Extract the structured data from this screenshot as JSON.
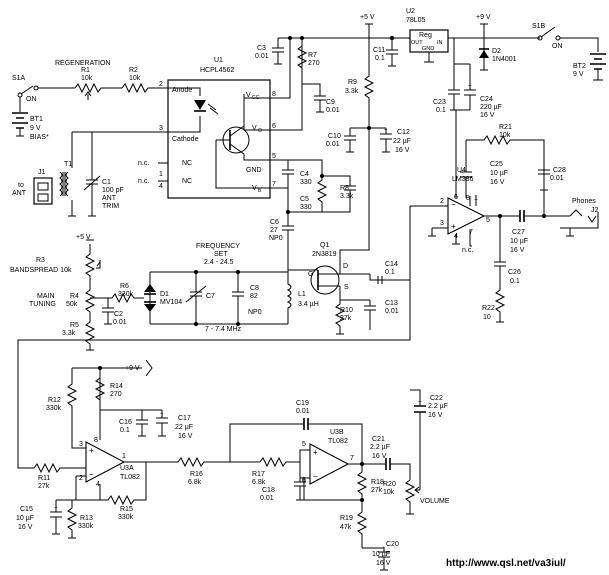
{
  "supply": {
    "plus5_top": "+5 V",
    "plus9_top": "+9 V",
    "plus5_left": "+5 V",
    "plus9_mid": "+9 V"
  },
  "switches": {
    "s1a": {
      "ref": "S1A",
      "state": "ON"
    },
    "s1b": {
      "ref": "S1B",
      "state": "ON"
    }
  },
  "batteries": {
    "bt1": {
      "ref": "BT1",
      "value": "9 V",
      "note": "BIAS*"
    },
    "bt2": {
      "ref": "BT2",
      "value": "9 V"
    }
  },
  "regeneration": "REGENERATION",
  "u1": {
    "ref": "U1",
    "part": "HCPL4562",
    "anode": "Anode",
    "cathode": "Cathode",
    "nc1": "NC",
    "nc2": "NC",
    "vcc": "V",
    "vcc_sub": "CC",
    "vo": "V",
    "vo_sub": "O",
    "gnd": "GND",
    "vb": "V",
    "vb_sub": "B",
    "pins": [
      "2",
      "3",
      "5",
      "8",
      "6",
      "4",
      "1",
      "7"
    ]
  },
  "u2": {
    "ref": "U2",
    "part": "78L05",
    "reg": "Reg",
    "out": "OUT",
    "in": "IN",
    "gnd": "GND"
  },
  "u4": {
    "ref": "U4",
    "part": "LM386",
    "pins": [
      "2",
      "3",
      "6",
      "4",
      "5",
      "7",
      "8",
      "1"
    ]
  },
  "u3a": {
    "ref": "U3A",
    "part": "TL082",
    "pins": [
      "3",
      "2",
      "1",
      "8",
      "4"
    ]
  },
  "u3b": {
    "ref": "U3B",
    "part": "TL082",
    "pins": [
      "5",
      "6",
      "7"
    ]
  },
  "q1": {
    "ref": "Q1",
    "part": "2N3819",
    "g": "G",
    "d": "D",
    "s": "S"
  },
  "d1": {
    "ref": "D1",
    "part": "MV104"
  },
  "d2": {
    "ref": "D2",
    "part": "1N4001"
  },
  "t1": {
    "ref": "T1"
  },
  "j1": {
    "ref": "J1",
    "label1": "to",
    "label2": "ANT"
  },
  "j2": {
    "label1": "Phones",
    "ref": "J2"
  },
  "resistors": {
    "r1": [
      "R1",
      "10k"
    ],
    "r2": [
      "R2",
      "10k"
    ],
    "r3": [
      "R3",
      "BANDSPREAD 10k"
    ],
    "r4a": "MAIN",
    "r4b": "TUNING",
    "r4": [
      "R4",
      "50k"
    ],
    "r5": [
      "R5",
      "3.3k"
    ],
    "r6": [
      "R6",
      "330k"
    ],
    "r7": [
      "R7",
      "270"
    ],
    "r8": [
      "R8",
      "3.3k"
    ],
    "r9": [
      "R9",
      "3.3k"
    ],
    "r10": [
      "R10",
      "27k"
    ],
    "r11": [
      "R11",
      "27k"
    ],
    "r12": [
      "R12",
      "330k"
    ],
    "r13": [
      "R13",
      "330k"
    ],
    "r14": [
      "R14",
      "270"
    ],
    "r15": [
      "R15",
      "330k"
    ],
    "r16": [
      "R16",
      "6.8k"
    ],
    "r17": [
      "R17",
      "6.8k"
    ],
    "r18": [
      "R18",
      "27k"
    ],
    "r19": [
      "R19",
      "47k"
    ],
    "r20": [
      "R20",
      "10k"
    ],
    "r20v": "VOLUME",
    "r21": [
      "R21",
      "10k"
    ],
    "r22": [
      "R22",
      "10"
    ]
  },
  "caps": {
    "c1": [
      "C1",
      "100 pF",
      "ANT",
      "TRIM"
    ],
    "c2": [
      "C2",
      "0.01"
    ],
    "c3": [
      "C3",
      "0.01"
    ],
    "c4": [
      "C4",
      "330"
    ],
    "c5": [
      "C5",
      "330"
    ],
    "c6": [
      "C6",
      "27",
      "NP0"
    ],
    "c7": [
      "C7"
    ],
    "c8": [
      "C8",
      "82",
      "NP0"
    ],
    "c9": [
      "C9",
      "0.01"
    ],
    "c10": [
      "C10",
      "0.01"
    ],
    "c11": [
      "C11",
      "0.1"
    ],
    "c12": [
      "C12",
      "22 µF",
      "16 V"
    ],
    "c13": [
      "C13",
      "0.01"
    ],
    "c14": [
      "C14",
      "0.1"
    ],
    "c15": [
      "C15",
      "10 µF",
      "16 V"
    ],
    "c16": [
      "C16",
      "0.1"
    ],
    "c17": [
      "C17",
      "22 µF",
      "16 V"
    ],
    "c18": [
      "C18",
      "0.01"
    ],
    "c19": [
      "C19",
      "0.01"
    ],
    "c20": [
      "C20",
      "10 µF",
      "16 V"
    ],
    "c21": [
      "C21",
      "2.2 µF",
      "16 V"
    ],
    "c22": [
      "C22",
      "2.2 µF",
      "16 V"
    ],
    "c23": [
      "C23",
      "0.1"
    ],
    "c24": [
      "C24",
      "220 µF",
      "16 V"
    ],
    "c25": [
      "C25",
      "10 µF",
      "16 V"
    ],
    "c26": [
      "C26",
      "0.1"
    ],
    "c27": [
      "C27",
      "10 µF",
      "16 V"
    ],
    "c28": [
      "C28",
      "0.01"
    ]
  },
  "l1": [
    "L1",
    "3.4 µH"
  ],
  "freq": {
    "title": "FREQUENCY",
    "set": "SET",
    "range": "2.4 - 24.5",
    "band": "7 - 7.4 MHz"
  },
  "nc": {
    "nc_label": "n.c.",
    "pin1": "1",
    "pin4": "4"
  },
  "url": "http://www.qsl.net/va3iul/"
}
